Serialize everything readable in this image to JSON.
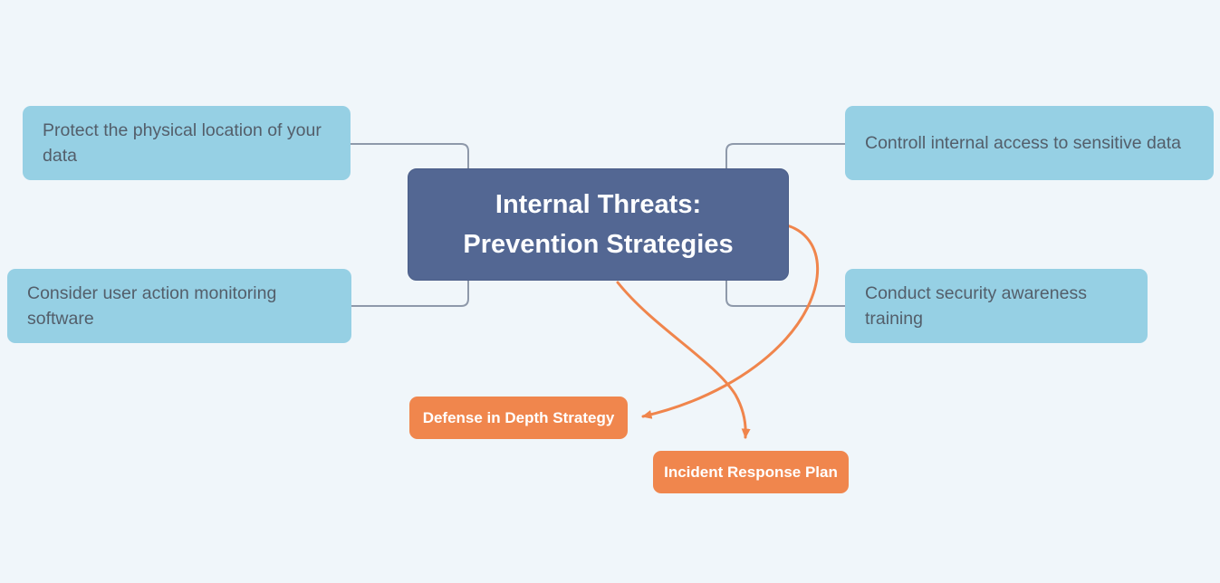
{
  "canvas": {
    "background_color": "#f0f6fa"
  },
  "colors": {
    "center_fill": "#536793",
    "center_text": "#fdfeff",
    "branch_fill": "#96d0e4",
    "branch_text": "#535e6a",
    "callout_fill": "#f0864d",
    "callout_text": "#ffffff",
    "connector": "#8e99aa",
    "arrow": "#f0854c"
  },
  "mindmap": {
    "center": {
      "label": "Internal Threats: Prevention Strategies"
    },
    "branches": [
      {
        "position": "top-left",
        "label": "Protect the physical location of your data"
      },
      {
        "position": "bottom-left",
        "label": "Consider user action monitoring software"
      },
      {
        "position": "top-right",
        "label": "Controll internal access to sensitive data"
      },
      {
        "position": "bottom-right",
        "label": "Conduct security awareness training"
      }
    ],
    "callouts": [
      {
        "id": "defense",
        "label": "Defense in Depth Strategy"
      },
      {
        "id": "incident",
        "label": "Incident Response Plan"
      }
    ]
  }
}
